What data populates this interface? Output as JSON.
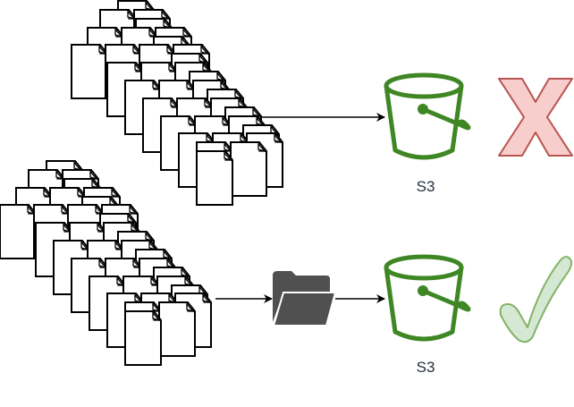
{
  "diagram": {
    "title": "",
    "colors": {
      "doc_stroke": "#000000",
      "doc_fill": "#ffffff",
      "arrow": "#000000",
      "bucket": "#3F8624",
      "folder": "#505050",
      "cross_fill": "#f8cecc",
      "cross_stroke": "#b85450",
      "check_fill": "#d5e8d4",
      "check_stroke": "#82b366",
      "label": "#232F3E"
    },
    "top_flow": {
      "source": "many-small-files",
      "target_label": "S3",
      "result_icon": "cross-icon",
      "result_meaning": "not recommended"
    },
    "bottom_flow": {
      "source": "many-small-files",
      "intermediate": "folder-icon",
      "target_label": "S3",
      "result_icon": "checkmark-icon",
      "result_meaning": "recommended"
    }
  }
}
